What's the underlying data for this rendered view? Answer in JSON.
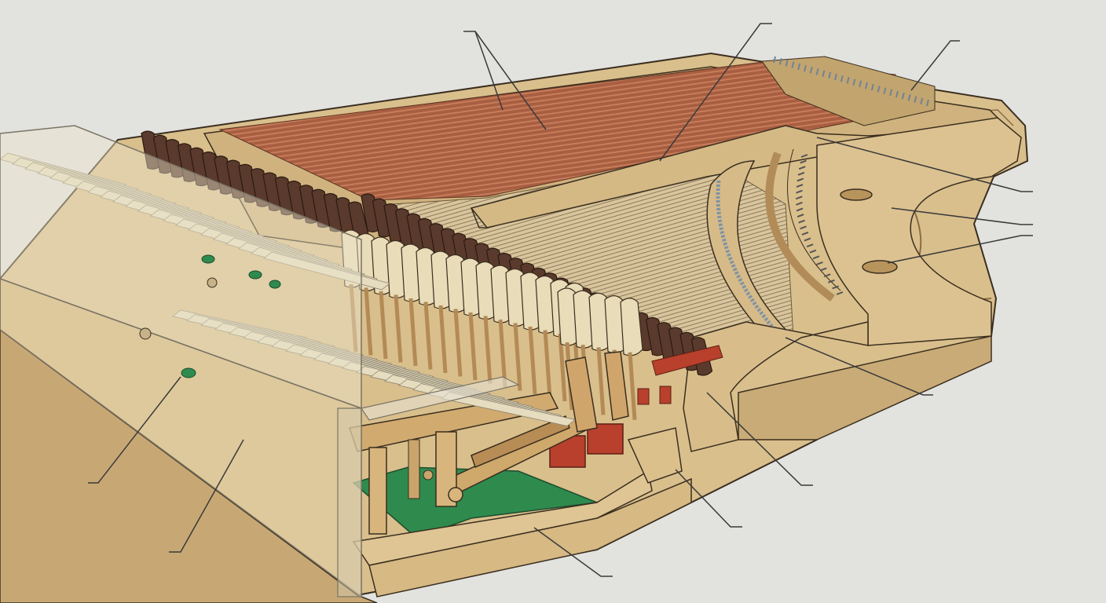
{
  "figure": {
    "description_visible_text": "",
    "palette": {
      "background": "#e2e2df",
      "case_wood": "#d9bf8c",
      "case_wood_dark": "#b99863",
      "bass_strings": "#b5694a",
      "treble_strings": "#cdb58c",
      "hammer_felt": "#e9dcb8",
      "damper_felt": "#5a3a2c",
      "green_cloth": "#2f8a4e",
      "red_cloth": "#b8402c",
      "pin_steel": "#7f93a6",
      "leader_line": "#3a3a3a"
    }
  },
  "callouts": [
    {
      "id": "bass-strings",
      "label": ""
    },
    {
      "id": "bridge",
      "label": ""
    },
    {
      "id": "tuning-pins-top",
      "label": ""
    },
    {
      "id": "pinblock",
      "label": ""
    },
    {
      "id": "plate-web",
      "label": ""
    },
    {
      "id": "plate-hole",
      "label": ""
    },
    {
      "id": "treble-bridge",
      "label": ""
    },
    {
      "id": "action-frame",
      "label": ""
    },
    {
      "id": "key-frame",
      "label": ""
    },
    {
      "id": "keybed",
      "label": ""
    },
    {
      "id": "keys",
      "label": ""
    },
    {
      "id": "key-slip",
      "label": ""
    }
  ]
}
